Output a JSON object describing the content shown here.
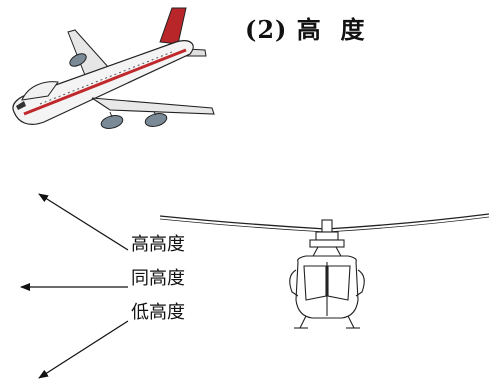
{
  "title": "(2) 高  度",
  "altitude_labels": {
    "high": "高高度",
    "level": "同高度",
    "low": "低高度"
  },
  "colors": {
    "airliner_body": "#f4f4f4",
    "airliner_stripe": "#c0282c",
    "airliner_tail": "#b8262a",
    "engine": "#7a8a96",
    "outline": "#222222"
  },
  "icons": {
    "airliner": "airliner-icon",
    "helicopter": "helicopter-icon",
    "arrows": [
      "arrow-up-left-icon",
      "arrow-left-icon",
      "arrow-down-left-icon"
    ]
  }
}
